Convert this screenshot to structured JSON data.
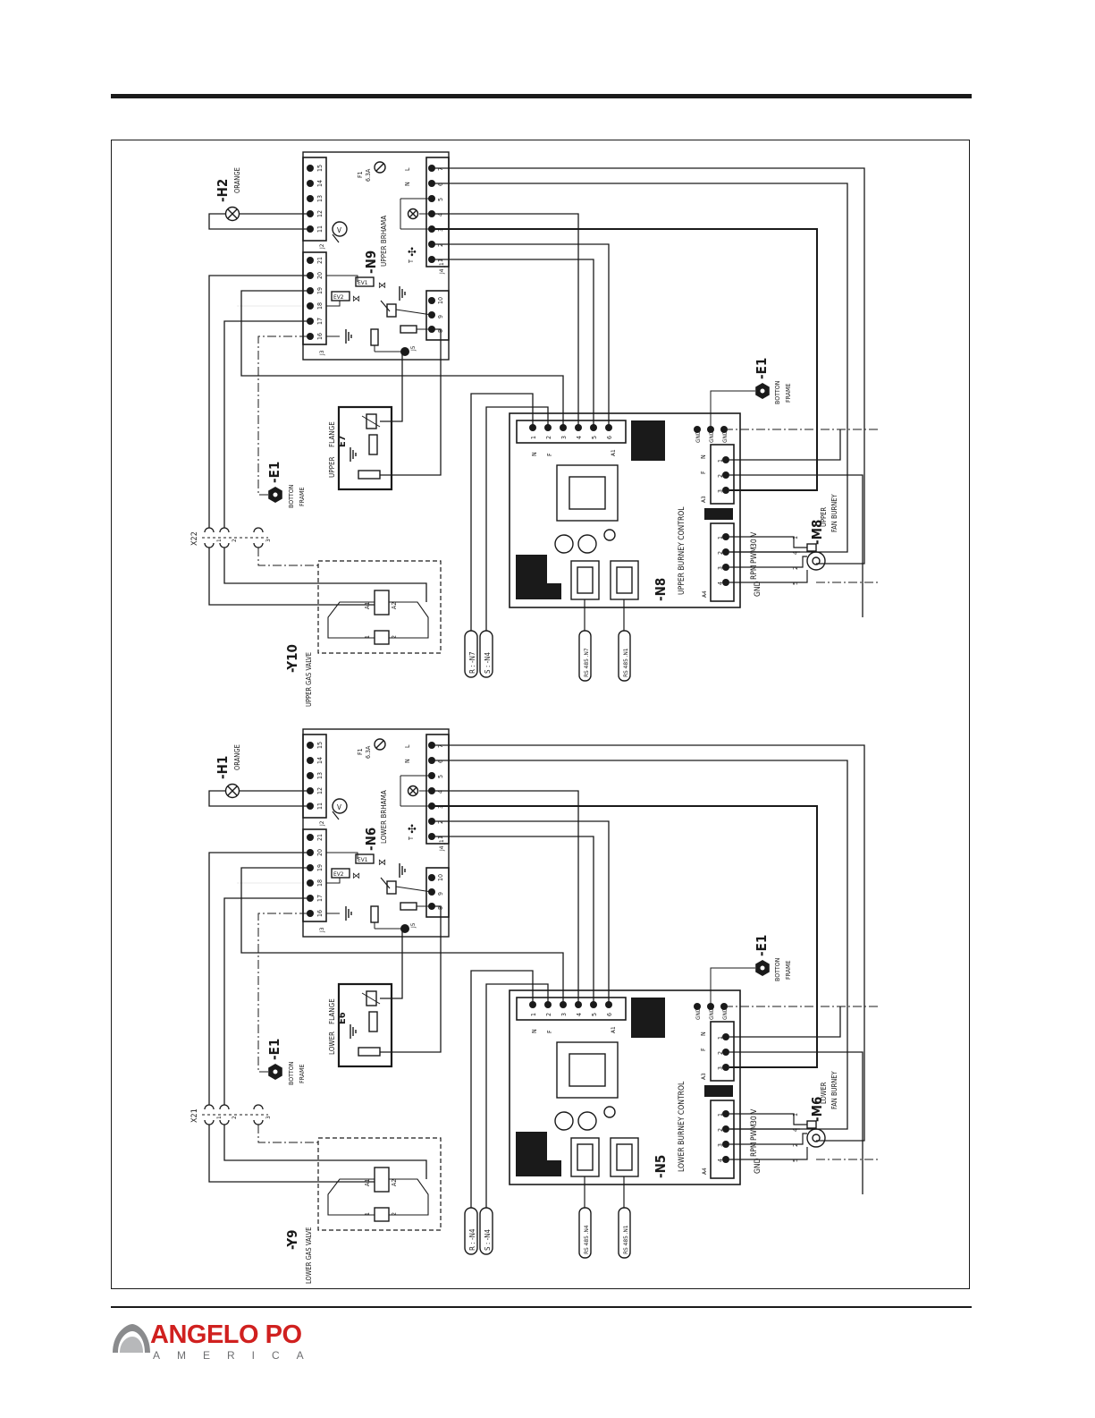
{
  "brand": {
    "name": "ANGELO PO",
    "sub": "AMERICA",
    "color": "#d0201f"
  },
  "circuits": [
    {
      "id": "upper",
      "lamp": {
        "tag": "-H2",
        "color": "ORANGE"
      },
      "board": {
        "tag": "-N9",
        "name": "UPPER BRHAMA"
      },
      "control": {
        "tag": "-N8",
        "name": "UPPER BURNEY CONTROL"
      },
      "fan": {
        "tag": "-M8",
        "name": "UPPER",
        "sub": "FAN BURNEY"
      },
      "valve": {
        "tag": "-Y10",
        "name": "UPPER GAS VALVE"
      },
      "flange": {
        "tag": "E7",
        "pos": "UPPER",
        "name": "FLANGE"
      },
      "ground_a": {
        "tag": "-E1",
        "l1": "BOTTON",
        "l2": "FRAME"
      },
      "ground_b": {
        "tag": "-E1",
        "l1": "BOTTON",
        "l2": "FRAME"
      },
      "connector": "X22",
      "bus_r": "R : -N7",
      "bus_s": "S : -N4",
      "rs1": "RS 485 .N7",
      "rs2": "RS 485 .N1"
    },
    {
      "id": "lower",
      "lamp": {
        "tag": "-H1",
        "color": "ORANGE"
      },
      "board": {
        "tag": "-N6",
        "name": "LOWER BRHAMA"
      },
      "control": {
        "tag": "-N5",
        "name": "LOWER BURNEY CONTROL"
      },
      "fan": {
        "tag": "-M6",
        "name": "LOWER",
        "sub": "FAN BURNEY"
      },
      "valve": {
        "tag": "-Y9",
        "name": "LOWER GAS VALVE"
      },
      "flange": {
        "tag": "E6",
        "pos": "LOWER",
        "name": "FLANGE"
      },
      "ground_a": {
        "tag": "-E1",
        "l1": "BOTTON",
        "l2": "FRAME"
      },
      "ground_b": {
        "tag": "-E1",
        "l1": "BOTTON",
        "l2": "FRAME"
      },
      "connector": "X21",
      "bus_r": "R : -N4",
      "bus_s": "S : -N4",
      "rs1": "RS 485 .N4",
      "rs2": "RS 485 .N1"
    }
  ],
  "labels": {
    "fuse": "F1",
    "fuse_rating": "6.3A",
    "line": "L",
    "neutral": "N",
    "f": "F",
    "j1": "J1",
    "j2": "J2",
    "j3": "J3",
    "j4": "J4",
    "j5": "J5",
    "a1": "A1",
    "a2": "A2",
    "a3": "A3",
    "a4": "A4",
    "ev1": "EV1",
    "ev2": "EV2",
    "v": "V",
    "t": "T",
    "gnd": "GND",
    "v30": "30 V",
    "pwm": "PWM",
    "rpm": "RPM",
    "one": "1",
    "two": "2"
  },
  "pins": {
    "j1": [
      "7",
      "6",
      "5",
      "4",
      "3",
      "2",
      "1"
    ],
    "j2": [
      "15",
      "14",
      "13",
      "12",
      "11"
    ],
    "j3": [
      "21",
      "20",
      "19",
      "18",
      "17",
      "16"
    ],
    "j5": [
      "10",
      "9",
      "8"
    ],
    "a1": [
      "1",
      "2",
      "3",
      "4",
      "5",
      "6"
    ],
    "a3": [
      "1",
      "2",
      "3"
    ],
    "a4": [
      "1",
      "2",
      "3",
      "4"
    ],
    "fan": [
      "1",
      "4",
      "2",
      "5"
    ],
    "x": [
      "1",
      "2",
      "3"
    ]
  }
}
